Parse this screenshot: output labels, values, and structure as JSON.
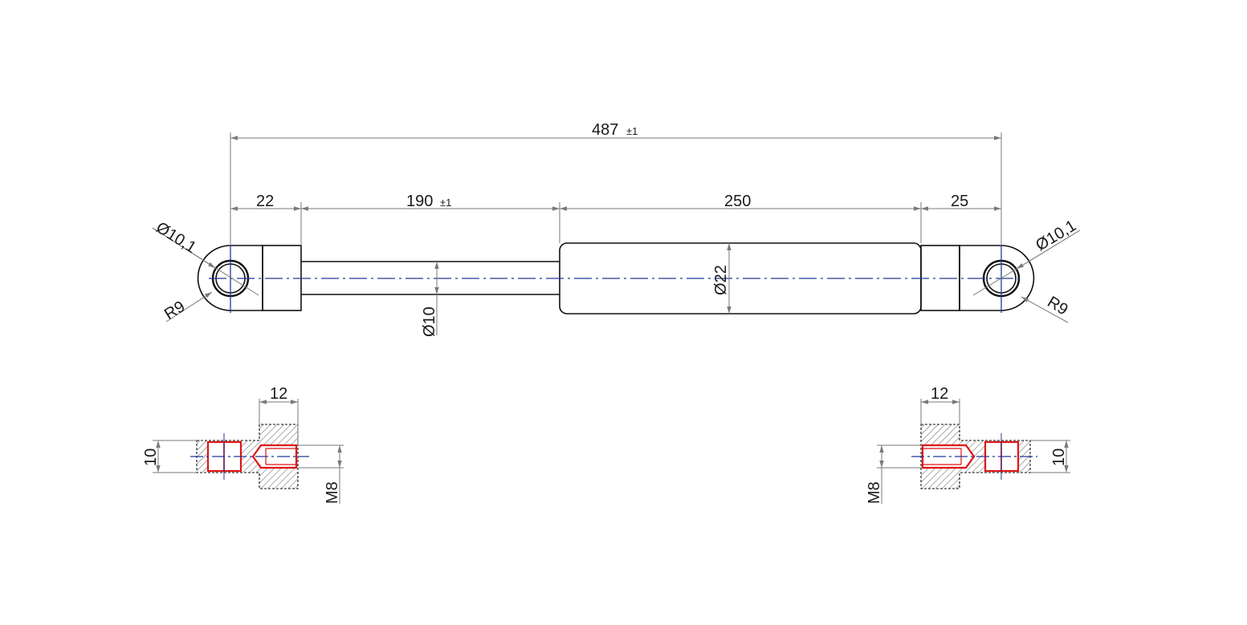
{
  "drawing": {
    "top_view": {
      "overall_length": "487",
      "overall_tolerance": "±1",
      "left_end_length": "22",
      "rod_length": "190",
      "rod_tolerance": "±1",
      "body_length": "250",
      "right_end_length": "25",
      "body_diameter": "Ø22",
      "rod_diameter": "Ø10",
      "left_hole_diameter": "Ø10,1",
      "left_radius": "R9",
      "right_hole_diameter": "Ø10,1",
      "right_radius": "R9"
    },
    "left_section": {
      "width": "12",
      "height": "10",
      "thread": "M8"
    },
    "right_section": {
      "width": "12",
      "height": "10",
      "thread": "M8"
    }
  },
  "colors": {
    "outline": "#111111",
    "dimension": "#7a7a7a",
    "centerline": "#23399a",
    "thread": "#e01414",
    "background": "#ffffff"
  }
}
